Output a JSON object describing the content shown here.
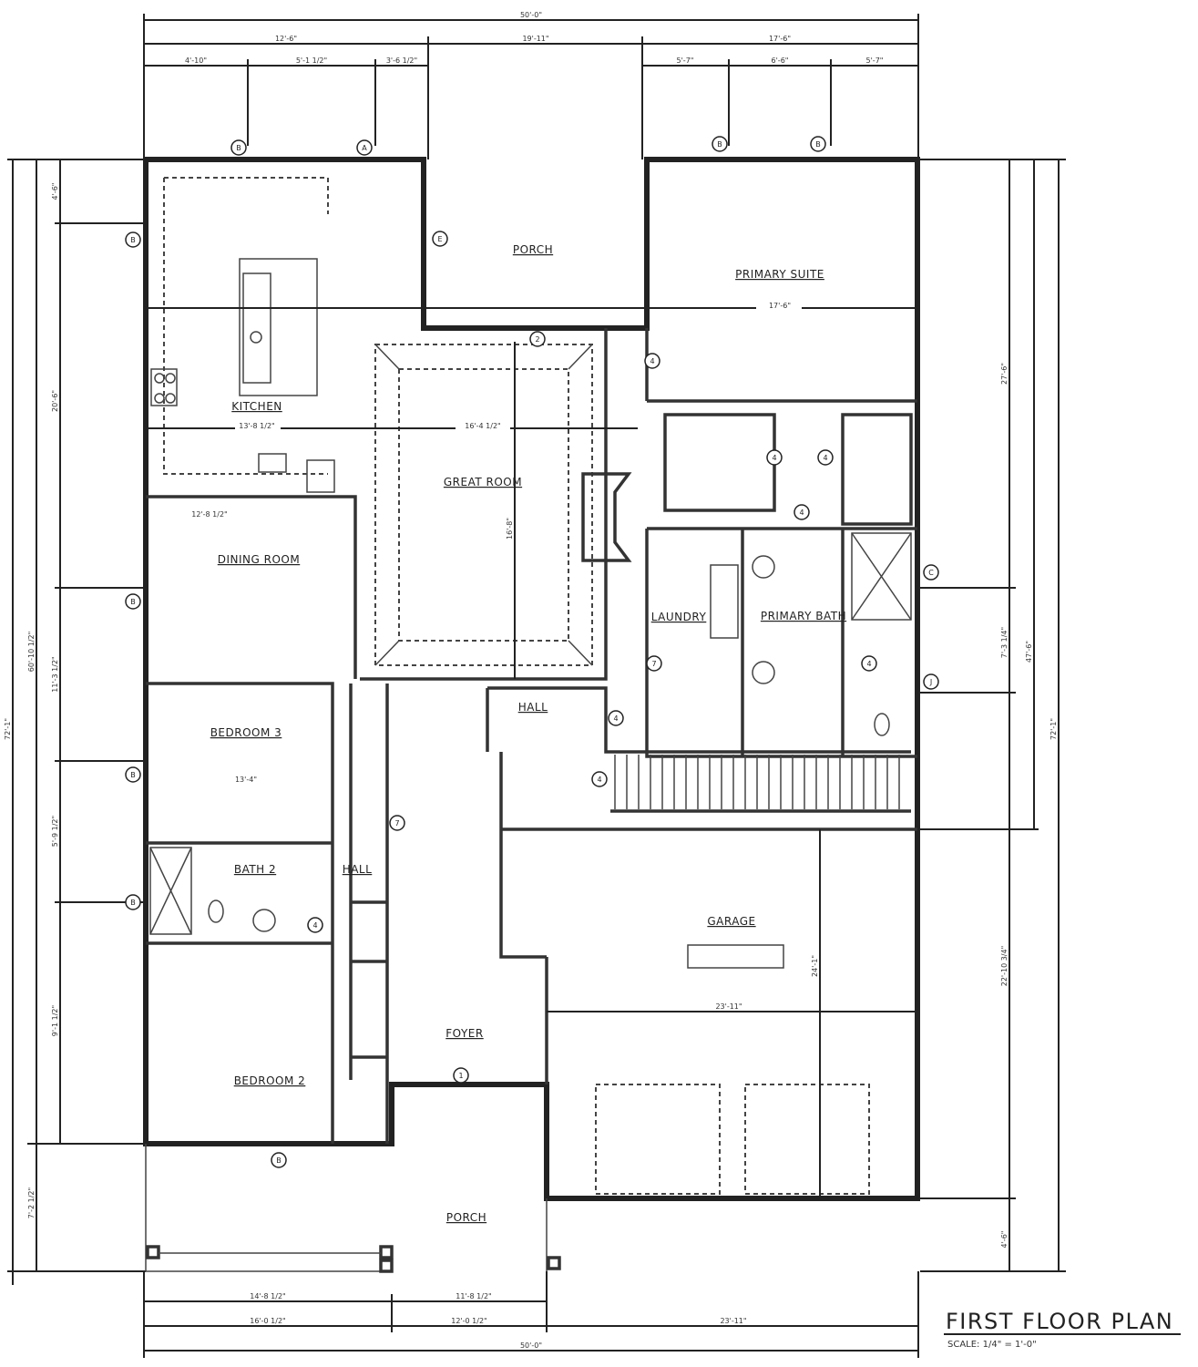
{
  "title": "FIRST FLOOR PLAN",
  "scale": "SCALE: 1/4\" = 1'-0\"",
  "rooms": {
    "kitchen": "KITCHEN",
    "porch_rear": "PORCH",
    "primary_suite": "PRIMARY SUITE",
    "great_room": "GREAT ROOM",
    "dining_room": "DINING ROOM",
    "laundry": "LAUNDRY",
    "primary_bath": "PRIMARY BATH",
    "hall_upper": "HALL",
    "bedroom_3": "BEDROOM 3",
    "bath_2": "BATH 2",
    "hall_lower": "HALL",
    "garage": "GARAGE",
    "foyer": "FOYER",
    "bedroom_2": "BEDROOM 2",
    "porch_front": "PORCH"
  },
  "dimensions": {
    "top": {
      "overall": "50'-0\"",
      "row2": [
        "12'-6\"",
        "19'-11\"",
        "17'-6\""
      ],
      "row3": [
        "4'-10\"",
        "5'-1 1/2\"",
        "3'-6 1/2\"",
        "5'-7\"",
        "6'-6\"",
        "5'-7\""
      ]
    },
    "left": {
      "overall": "72'-1\"",
      "row2": [
        "60'-10 1/2\"",
        "7'-2 1/2\""
      ],
      "row3": [
        "4'-6\"",
        "20'-6\"",
        "11'-3 1/2\"",
        "5'-9 1/2\"",
        "9'-1 1/2\""
      ]
    },
    "right": {
      "overall": "72'-1\"",
      "row2": [
        "47'-6\""
      ],
      "row3": [
        "27'-6\"",
        "7'-3 1/4\"",
        "22'-10 3/4\"",
        "4'-6\""
      ]
    },
    "bottom": {
      "overall": "50'-0\"",
      "row1": [
        "14'-8 1/2\"",
        "11'-8 1/2\""
      ],
      "row2": [
        "16'-0 1/2\"",
        "12'-0 1/2\"",
        "23'-11\""
      ]
    },
    "interior": {
      "kitchen_width": "13'-8 1/2\"",
      "great_room_width": "16'-4 1/2\"",
      "great_room_depth": "16'-8\"",
      "primary_suite_width": "17'-6\"",
      "garage_width": "23'-11\"",
      "garage_depth": "24'-1\"",
      "dining_width": "12'-8 1/2\"",
      "bedroom3_width": "13'-4\""
    }
  },
  "window_tags": [
    "B",
    "A",
    "B",
    "B",
    "B",
    "B",
    "B",
    "B",
    "C",
    "J",
    "E",
    "B"
  ],
  "door_tags": [
    "4",
    "4",
    "4",
    "4",
    "4",
    "4",
    "7",
    "7",
    "4",
    "4",
    "1",
    "2"
  ]
}
